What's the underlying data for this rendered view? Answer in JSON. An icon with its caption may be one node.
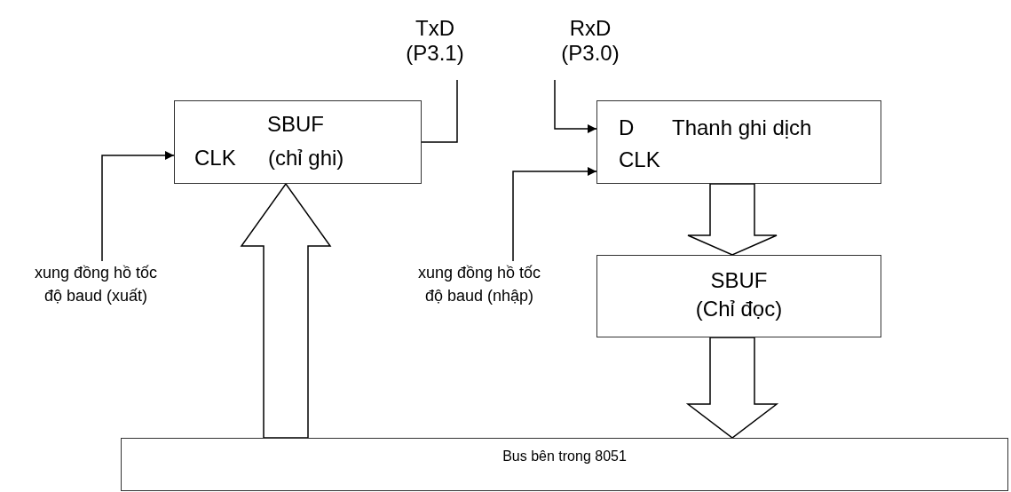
{
  "diagram": {
    "nodes": [
      {
        "text": [
          "TxD",
          "(P3.1)"
        ]
      },
      {
        "text": [
          "RxD",
          "(P3.0)"
        ]
      },
      {
        "text": [
          "SBUF",
          "CLK",
          "(chỉ ghi)"
        ]
      },
      {
        "text": [
          "D",
          "Thanh ghi dịch",
          "CLK"
        ]
      },
      {
        "text": [
          "xung đồng hồ tốc độ baud (xuất)"
        ]
      },
      {
        "text": [
          "xung đồng hồ tốc độ baud (nhập)"
        ]
      },
      {
        "text": [
          "SBUF",
          "(Chỉ đọc)"
        ]
      },
      {
        "text": [
          "Bus bên trong 8051"
        ]
      }
    ],
    "edges": [
      {
        "from": 2,
        "to": 0,
        "arrow": "none"
      },
      {
        "from": 1,
        "to": 3,
        "arrow": "to"
      },
      {
        "from": 4,
        "to": 2,
        "arrow": "to"
      },
      {
        "from": 5,
        "to": 3,
        "arrow": "to"
      },
      {
        "from": 7,
        "to": 2,
        "arrow": "to",
        "style": "thick"
      },
      {
        "from": 3,
        "to": 6,
        "arrow": "to",
        "style": "thick"
      },
      {
        "from": 6,
        "to": 7,
        "arrow": "to",
        "style": "thick"
      }
    ]
  }
}
